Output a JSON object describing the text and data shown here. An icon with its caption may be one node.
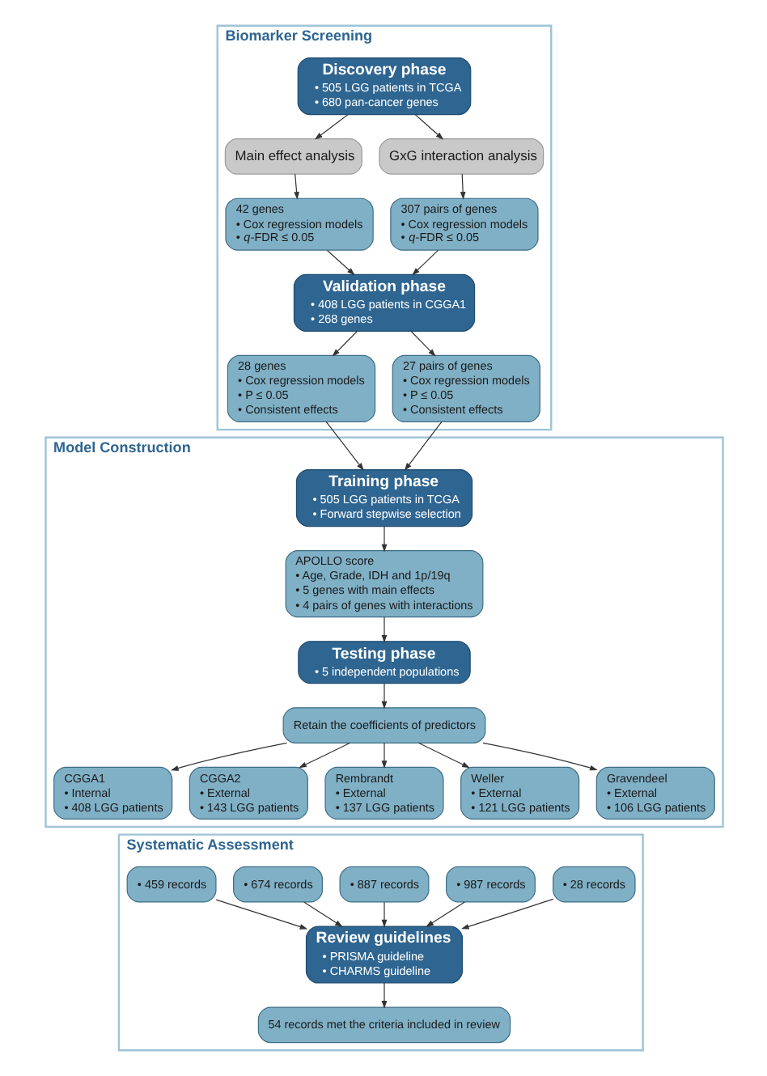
{
  "diagram": {
    "nodes": [
      {
        "text": [
          "Biomarker Screening"
        ]
      },
      {
        "text": [
          "Discovery phase",
          "• 505 LGG patients in TCGA",
          "• 680 pan-cancer genes"
        ],
        "in": 0
      },
      {
        "text": [
          "Main effect analysis"
        ],
        "in": 0
      },
      {
        "text": [
          "GxG interaction analysis"
        ],
        "in": 0
      },
      {
        "text": [
          "42 genes",
          "• Cox regression models",
          "• *q*-FDR ≤ 0.05"
        ],
        "in": 0
      },
      {
        "text": [
          "307 pairs of genes",
          "• Cox regression models",
          "• *q*-FDR ≤ 0.05"
        ],
        "in": 0
      },
      {
        "text": [
          "Validation phase",
          "• 408 LGG patients in CGGA1",
          "• 268 genes"
        ],
        "in": 0
      },
      {
        "text": [
          "28 genes",
          "• Cox regression models",
          "• P ≤ 0.05",
          "• Consistent effects"
        ],
        "in": 0
      },
      {
        "text": [
          "27 pairs of genes",
          "• Cox regression models",
          "• P ≤ 0.05",
          "• Consistent effects"
        ],
        "in": 0
      },
      {
        "text": [
          "Model Construction"
        ]
      },
      {
        "text": [
          "Training phase",
          "• 505 LGG patients in TCGA",
          "• Forward stepwise selection"
        ],
        "in": 9
      },
      {
        "text": [
          "APOLLO score",
          "• Age, Grade, IDH and 1p/19q",
          "• 5 genes with main effects",
          "• 4 pairs of genes with interactions"
        ],
        "in": 9
      },
      {
        "text": [
          "Testing phase",
          "• 5 independent populations"
        ],
        "in": 9
      },
      {
        "text": [
          "Retain the coefficients of predictors"
        ],
        "in": 9
      },
      {
        "text": [
          "CGGA1",
          "• Internal",
          "• 408 LGG patients"
        ],
        "in": 9
      },
      {
        "text": [
          "CGGA2",
          "• External",
          "• 143 LGG patients"
        ],
        "in": 9
      },
      {
        "text": [
          "Rembrandt",
          "• External",
          "• 137 LGG patients"
        ],
        "in": 9
      },
      {
        "text": [
          "Weller",
          "• External",
          "• 121 LGG patients"
        ],
        "in": 9
      },
      {
        "text": [
          "Gravendeel",
          "• External",
          "• 106 LGG patients"
        ],
        "in": 9
      },
      {
        "text": [
          "Systematic Assessment"
        ]
      },
      {
        "text": [
          "• 459 records"
        ],
        "in": 19
      },
      {
        "text": [
          "• 674 records"
        ],
        "in": 19
      },
      {
        "text": [
          "• 887 records"
        ],
        "in": 19
      },
      {
        "text": [
          "• 987 records"
        ],
        "in": 19
      },
      {
        "text": [
          "• 28 records"
        ],
        "in": 19
      },
      {
        "text": [
          "Review guidelines",
          "• PRISMA guideline",
          "• CHARMS guideline"
        ],
        "in": 19
      },
      {
        "text": [
          "54 records met the criteria included in review"
        ],
        "in": 19
      }
    ],
    "edges": [
      {
        "from": 1,
        "to": 2,
        "arrow": "to"
      },
      {
        "from": 1,
        "to": 3,
        "arrow": "to"
      },
      {
        "from": 2,
        "to": 4,
        "arrow": "to"
      },
      {
        "from": 3,
        "to": 5,
        "arrow": "to"
      },
      {
        "from": 4,
        "to": 6,
        "arrow": "to"
      },
      {
        "from": 5,
        "to": 6,
        "arrow": "to"
      },
      {
        "from": 6,
        "to": 7,
        "arrow": "to"
      },
      {
        "from": 6,
        "to": 8,
        "arrow": "to"
      },
      {
        "from": 7,
        "to": 10,
        "arrow": "to"
      },
      {
        "from": 8,
        "to": 10,
        "arrow": "to"
      },
      {
        "from": 10,
        "to": 11,
        "arrow": "to"
      },
      {
        "from": 11,
        "to": 12,
        "arrow": "to"
      },
      {
        "from": 12,
        "to": 13,
        "arrow": "to"
      },
      {
        "from": 13,
        "to": 14,
        "arrow": "to"
      },
      {
        "from": 13,
        "to": 15,
        "arrow": "to"
      },
      {
        "from": 13,
        "to": 16,
        "arrow": "to"
      },
      {
        "from": 13,
        "to": 17,
        "arrow": "to"
      },
      {
        "from": 13,
        "to": 18,
        "arrow": "to"
      },
      {
        "from": 20,
        "to": 25,
        "arrow": "to"
      },
      {
        "from": 21,
        "to": 25,
        "arrow": "to"
      },
      {
        "from": 22,
        "to": 25,
        "arrow": "to"
      },
      {
        "from": 23,
        "to": 25,
        "arrow": "to"
      },
      {
        "from": 24,
        "to": 25,
        "arrow": "to"
      },
      {
        "from": 25,
        "to": 26,
        "arrow": "to"
      }
    ]
  }
}
